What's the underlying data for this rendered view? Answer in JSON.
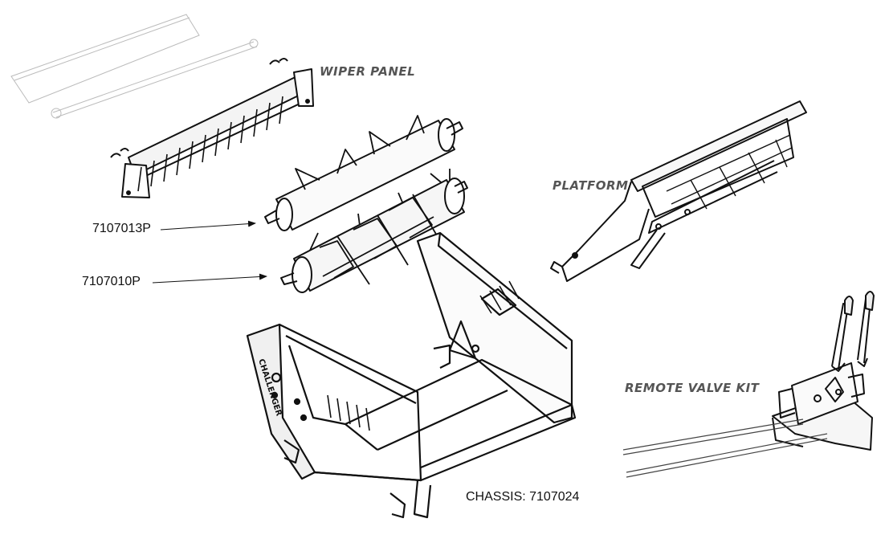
{
  "labels": {
    "wiper_panel": "WIPER PANEL",
    "platform": "PLATFORM",
    "remote_valve_kit": "REMOTE VALVE KIT",
    "chassis": "CHASSIS: 7107024",
    "part_upper_roller": "7107013P",
    "part_lower_roller": "7107010P"
  },
  "chassis_decal": "CHALLENGER"
}
